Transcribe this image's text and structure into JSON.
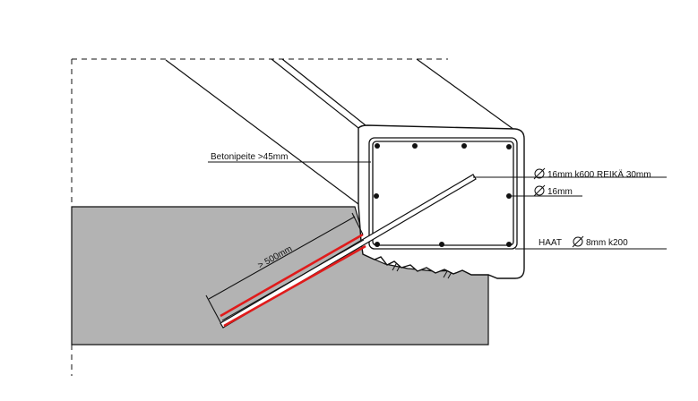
{
  "labels": {
    "cover": "Betonipeite >45mm",
    "bar_dowel": "16mm k600 REIKÄ 30mm",
    "bar_main": "16mm",
    "stirrups_prefix": "HAAT",
    "stirrups": "8mm k200",
    "anchor_length": "> 500mm"
  },
  "colors": {
    "line": "#111111",
    "ground": "#b3b3b3",
    "epoxy": "#e01b1b"
  },
  "icons": [
    "diameter-symbol"
  ]
}
